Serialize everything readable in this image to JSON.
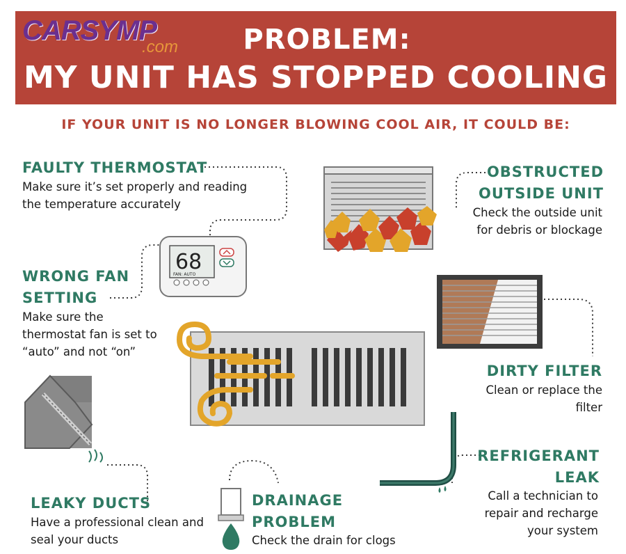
{
  "logo": {
    "brand": "CARSYMP",
    "suffix": ".com"
  },
  "header": {
    "title_line1": "PROBLEM:",
    "title_line2": "MY UNIT HAS STOPPED COOLING",
    "subheading": "IF YOUR UNIT IS NO LONGER BLOWING COOL AIR, IT COULD BE:"
  },
  "thermostat": {
    "temperature": "68",
    "fan_label": "FAN: AUTO"
  },
  "causes": [
    {
      "title": "FAULTY THERMOSTAT",
      "description": "Make sure it’s set properly and reading the temperature accurately"
    },
    {
      "title": "OBSTRUCTED OUTSIDE UNIT",
      "description": "Check the outside unit for debris or blockage"
    },
    {
      "title": "WRONG FAN SETTING",
      "description": "Make sure the thermostat fan is set to “auto” and not “on”"
    },
    {
      "title": "DIRTY FILTER",
      "description": "Clean or replace the filter"
    },
    {
      "title": "REFRIGERANT LEAK",
      "description": "Call a technician to repair and recharge your system"
    },
    {
      "title": "LEAKY DUCTS",
      "description": "Have a professional clean and seal your ducts"
    },
    {
      "title": "DRAINAGE PROBLEM",
      "description": "Check the drain for clogs"
    }
  ],
  "colors": {
    "banner": "#b64438",
    "heading_green": "#2f7a63",
    "subheading_red": "#b64438",
    "logo_purple": "#6b2f8f",
    "logo_orange": "#e7963a"
  },
  "icons": [
    "thermostat-icon",
    "condenser-unit-icon",
    "air-filter-icon",
    "floor-vent-icon",
    "duct-icon",
    "refrigerant-pipe-icon",
    "drain-drip-icon"
  ]
}
